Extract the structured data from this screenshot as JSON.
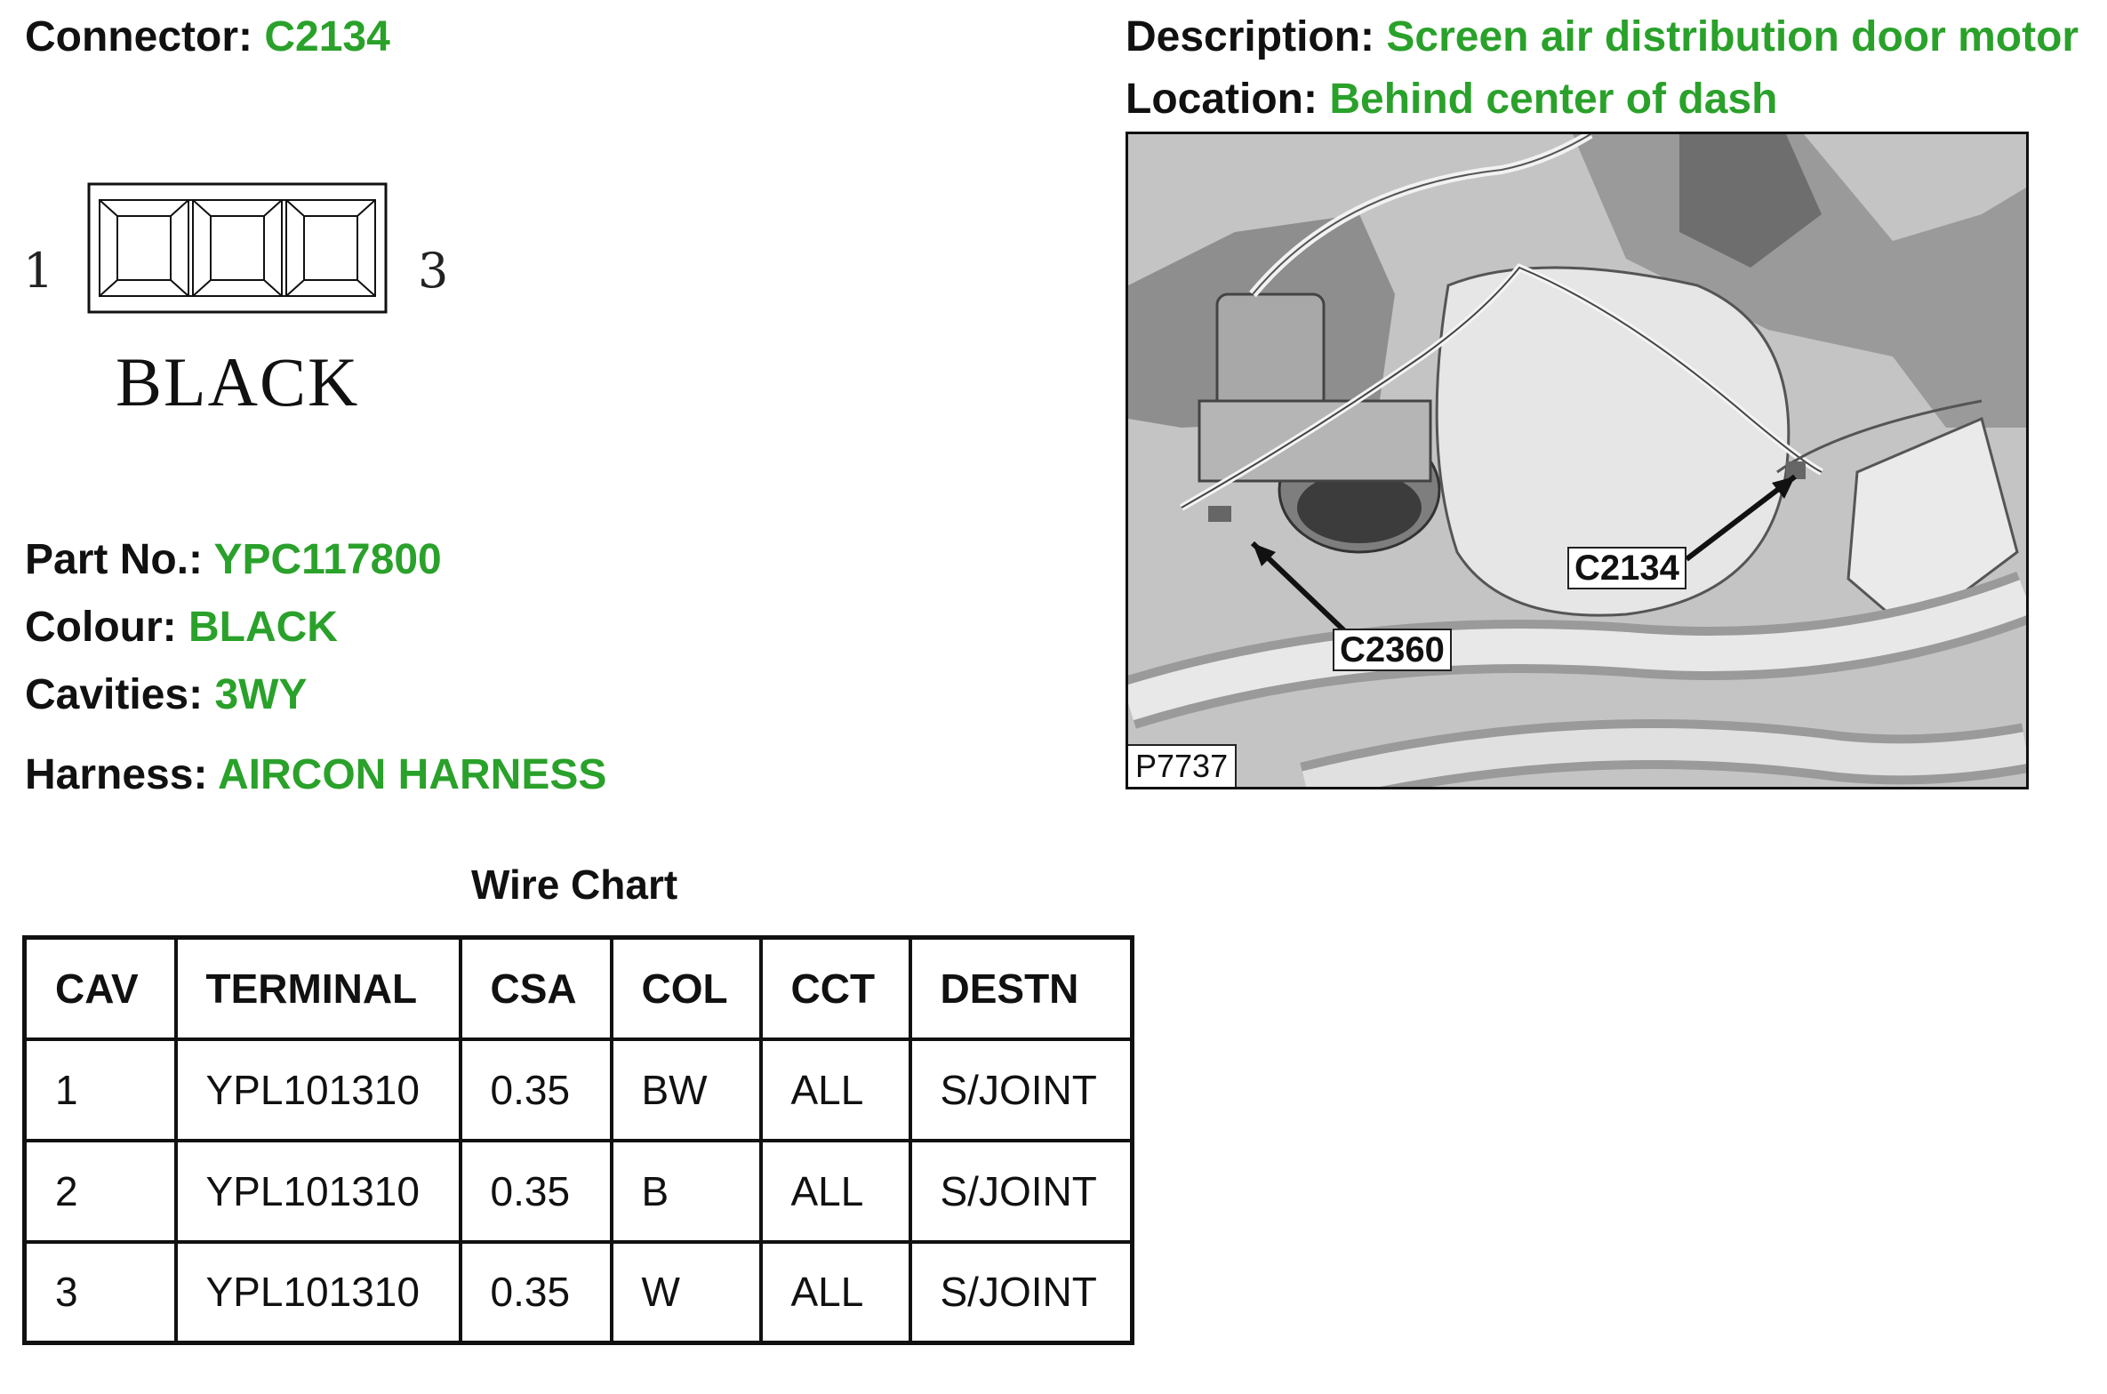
{
  "connector": {
    "label": "Connector:",
    "value": "C2134"
  },
  "description": {
    "label": "Description:",
    "value": "Screen air distribution door motor"
  },
  "location": {
    "label": "Location:",
    "value": "Behind center of dash"
  },
  "diagram": {
    "pin_first": "1",
    "pin_last": "3",
    "color_text": "BLACK"
  },
  "details": {
    "part_no": {
      "label": "Part No.:",
      "value": "YPC117800"
    },
    "colour": {
      "label": "Colour:",
      "value": "BLACK"
    },
    "cavities": {
      "label": "Cavities:",
      "value": "3WY"
    },
    "harness": {
      "label": "Harness:",
      "value": "AIRCON HARNESS"
    }
  },
  "photo": {
    "callout_a": "C2134",
    "callout_b": "C2360",
    "ref": "P7737"
  },
  "wire_chart": {
    "title": "Wire Chart",
    "headers": [
      "CAV",
      "TERMINAL",
      "CSA",
      "COL",
      "CCT",
      "DESTN"
    ],
    "rows": [
      [
        "1",
        "YPL101310",
        "0.35",
        "BW",
        "ALL",
        "S/JOINT"
      ],
      [
        "2",
        "YPL101310",
        "0.35",
        "B",
        "ALL",
        "S/JOINT"
      ],
      [
        "3",
        "YPL101310",
        "0.35",
        "W",
        "ALL",
        "S/JOINT"
      ]
    ]
  },
  "colors": {
    "accent_green": "#2aa12a",
    "text": "#111111"
  }
}
